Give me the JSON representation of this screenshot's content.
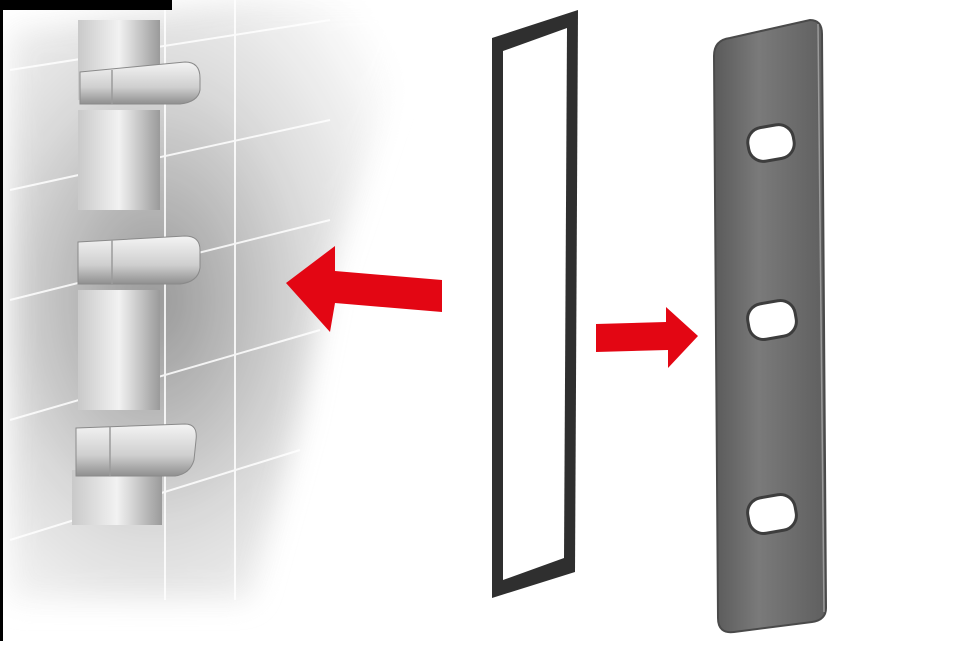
{
  "diagram": {
    "panels": [
      {
        "name": "wall-mounted-shower-valve-assembly"
      },
      {
        "name": "rectangular-gasket-seal"
      },
      {
        "name": "cover-plate-with-three-slots"
      }
    ],
    "arrows": [
      {
        "name": "arrow-gasket-to-wall",
        "direction": "left"
      },
      {
        "name": "arrow-gasket-to-cover-plate",
        "direction": "right"
      }
    ]
  },
  "colors": {
    "arrow": "#e30613",
    "gasket": "#2f2f2f",
    "plate": "#6f6f6f",
    "plate_edge": "#4a4a4a",
    "frame": "#000000"
  }
}
